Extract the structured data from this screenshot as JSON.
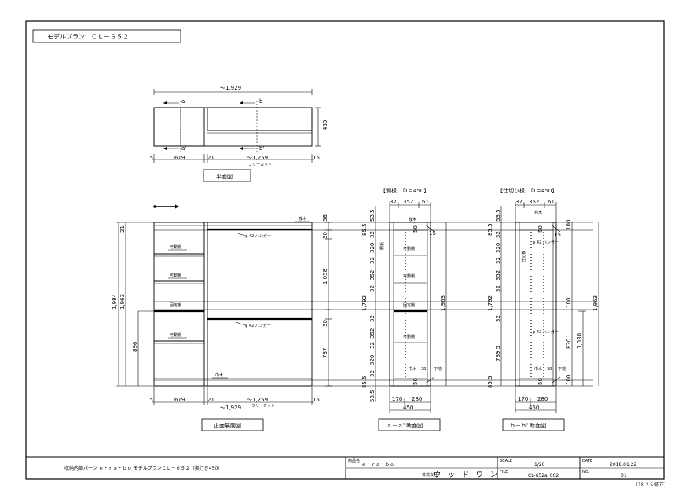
{
  "title": "モデルプラン　ＣＬ－６５２",
  "plan": {
    "total_width": "～1,929",
    "depth": "450",
    "marker_a": "a",
    "marker_a2": "a'",
    "marker_b": "b",
    "marker_b2": "b'",
    "dim_15_left": "15",
    "dim_619": "619",
    "dim_21": "21",
    "dim_1259": "～1,259",
    "dim_15_right": "15",
    "free_cut": "フリーカット",
    "caption": "平面図"
  },
  "elevation": {
    "caption": "正面展開図",
    "label_shelf_1": "可動棚",
    "label_shelf_2": "可動棚",
    "label_shelf_3": "可動棚",
    "label_fixed_shelf": "固定棚",
    "label_pipe_upper": "φ 42 ハンガー",
    "label_pipe_lower": "φ 42 ハンガー",
    "label_top_batten": "桟木",
    "label_base_batten": "巾木",
    "dim_right_58": "58",
    "dim_right_30a": "30",
    "dim_right_1058": "1,058",
    "dim_right_30b": "30",
    "dim_right_787": "787",
    "dim_left_21": "21",
    "dim_left_1963": "1,963",
    "dim_left_1984": "1,984",
    "dim_left_896": "896",
    "dim_bottom_15_left": "15",
    "dim_bottom_619": "619",
    "dim_bottom_21": "21",
    "dim_bottom_1259": "～1,259",
    "dim_bottom_15_right": "15",
    "dim_bottom_total": "～1,929",
    "free_cut": "フリーカット"
  },
  "section_a": {
    "header": "【側板：Ｄ＝450】",
    "caption": "ａ－ａ' 断面図",
    "dim_top_37": "37",
    "dim_top_352": "352",
    "dim_top_61": "61",
    "dim_53_5_top": "53.5",
    "dim_85_5_top": "85.5",
    "dim_32_a": "32",
    "dim_320_a": "320",
    "dim_32_b": "32",
    "dim_352_a": "352",
    "dim_32_c": "32",
    "dim_1792": "1,792",
    "dim_32_d": "32",
    "dim_352_b": "352",
    "dim_32_e": "32",
    "dim_320_b": "320",
    "dim_32_f": "32",
    "dim_85_5_bottom": "85.5",
    "dim_53_5_bottom": "53.5",
    "dim_50_top": "50",
    "dim_15": "15",
    "dim_50_bottom": "50",
    "dim_1963": "1,963",
    "dim_170": "170",
    "dim_280": "280",
    "dim_450": "450",
    "label_top_batten": "桟木",
    "label_side_panel": "側板",
    "label_shelf_1": "可動棚",
    "label_shelf_2": "可動棚",
    "label_fixed_shelf": "固定棚",
    "label_shelf_3": "可動棚",
    "label_base": "巾木",
    "label_base_dim": "38",
    "label_floor": "下地"
  },
  "section_b": {
    "header": "【仕切り板：Ｄ＝450】",
    "caption": "ｂ－ｂ' 断面図",
    "dim_top_37": "37",
    "dim_top_352": "352",
    "dim_top_61": "61",
    "dim_53_5_top": "53.5",
    "dim_85_5_top": "85.5",
    "dim_32_a": "32",
    "dim_320": "320",
    "dim_32_b": "32",
    "dim_352": "352",
    "dim_32_c": "32",
    "dim_1792": "1,792",
    "dim_32_d": "32",
    "dim_789_5": "789.5",
    "dim_85_5_bottom": "85.5",
    "dim_50_top": "50",
    "dim_15": "15",
    "dim_100_top": "100",
    "dim_100_mid": "100",
    "dim_830": "830",
    "dim_100_bottom": "100",
    "dim_1030": "1,030",
    "dim_1963": "1,963",
    "dim_50_bottom": "50",
    "dim_170": "170",
    "dim_280": "280",
    "dim_450": "450",
    "label_top_batten": "桟木",
    "label_partition": "仕切板",
    "label_pipe_upper": "φ 42 ハンガー",
    "label_pipe_lower": "φ 42 ハンガー",
    "label_base": "巾木",
    "label_base_dim": "38",
    "label_floor": "下地"
  },
  "title_block": {
    "product_description": "収納内部パーツ ｅ・ｒａ・ｂｏ モデルプランＣＬ－６５２（奥行き450）",
    "label_product": "商品名",
    "product_name": "ｅ・ｒａ・ｂｏ",
    "label_company_prefix": "株式会社",
    "company": "ウ　ッ　ド　ワ　ン",
    "label_scale": "SCALE",
    "scale": "1/20",
    "label_file": "FILE",
    "file": "CL-652a_002",
    "label_date": "DATE",
    "date": "2018.01.22",
    "label_no": "NO.",
    "no": "01",
    "revision": "（18.2.5 修正）"
  }
}
